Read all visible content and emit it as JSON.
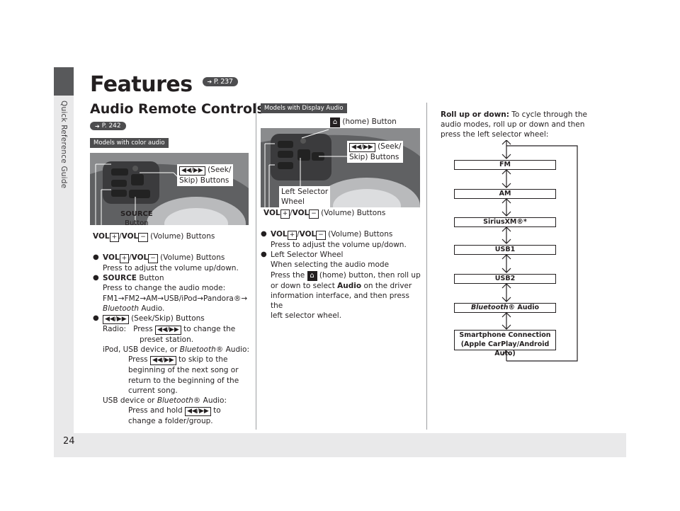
{
  "page": {
    "side_label": "Quick Reference Guide",
    "page_number": "24"
  },
  "header": {
    "title": "Features",
    "title_ref": "P. 237"
  },
  "section": {
    "title": "Audio Remote Controls",
    "ref": "P. 242"
  },
  "left_panel": {
    "model_tag": "Models with color audio",
    "callout_seek_line1": "(Seek/",
    "callout_seek_line2": "Skip) Buttons",
    "callout_source_line1": "SOURCE",
    "callout_source_line2": "Button",
    "callout_volume": "(Volume) Buttons",
    "vol_plus": "VOL",
    "vol_minus": "VOL"
  },
  "left_text": {
    "b1_title": "(Volume) Buttons",
    "b1_desc": "Press to adjust the volume up/down.",
    "b2_title": "SOURCE",
    "b2_title_rest": " Button",
    "b2_desc": "Press to change the audio mode:",
    "b2_sequence": "FM1→FM2→AM→USB/iPod→Pandora®→",
    "b2_sequence_end": " Audio.",
    "bluetooth": "Bluetooth",
    "b3_title": "(Seek/Skip) Buttons",
    "radio_label": "Radio:",
    "radio_desc_a": "Press",
    "radio_desc_b": "to change the",
    "radio_desc_c": "preset station.",
    "ipod_line": "iPod, USB device, or",
    "ipod_line_end": "® Audio:",
    "ipod_a": "Press",
    "ipod_b": "to skip to the",
    "ipod_c": "beginning of the next song or",
    "ipod_d": "return to the beginning of the",
    "ipod_e": "current song.",
    "usb_line": "USB device or",
    "usb_line_end": "® Audio:",
    "usb_a": "Press and hold",
    "usb_b": "to",
    "usb_c": "change a folder/group."
  },
  "middle_panel": {
    "model_tag": "Models with Display Audio",
    "callout_home": "(home) Button",
    "callout_seek_line1": "(Seek/",
    "callout_seek_line2": "Skip) Buttons",
    "callout_selector_line1": "Left Selector",
    "callout_selector_line2": "Wheel",
    "callout_volume": "(Volume) Buttons"
  },
  "middle_text": {
    "b1_title": "(Volume) Buttons",
    "b1_desc": "Press to adjust the volume up/down.",
    "b2_title": "Left Selector Wheel",
    "b2_l1": "When selecting the audio mode",
    "b2_l2a": "Press the",
    "b2_l2b": "(home) button, then roll up",
    "b2_l3a": "or down to select",
    "b2_l3b": "Audio",
    "b2_l3c": "on the driver",
    "b2_l4": "information interface, and then press the",
    "b2_l5": "left selector wheel."
  },
  "right_panel": {
    "intro_bold": "Roll up or down:",
    "intro_rest": " To cycle through the",
    "intro_l2": "audio modes, roll up or down and then",
    "intro_l3": "press the left selector wheel:",
    "flow": [
      "FM",
      "AM",
      "SiriusXM®*",
      "USB1",
      "USB2",
      "Bluetooth® Audio"
    ],
    "flow_last_line1": "Smartphone Connection",
    "flow_last_line2": "(Apple CarPlay/Android Auto)",
    "flow_bt_italic": "Bluetooth",
    "flow_bt_rest": "® Audio"
  },
  "colors": {
    "tag_bg": "#4d4d4f",
    "side_bar": "#e9e9ea",
    "text": "#231f20"
  }
}
